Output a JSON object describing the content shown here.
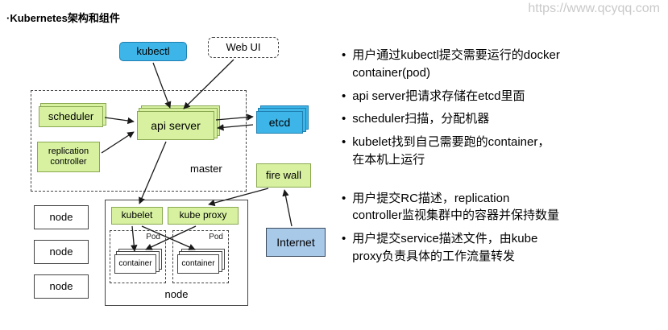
{
  "page": {
    "title": "·Kubernetes架构和组件",
    "watermark": "https://www.qcyqq.com"
  },
  "diagram": {
    "kubectl": "kubectl",
    "web_ui": "Web UI",
    "scheduler": "scheduler",
    "replication_controller": "replication\ncontroller",
    "api_server": "api server",
    "master_label": "master",
    "etcd": "etcd",
    "firewall": "fire wall",
    "internet": "Internet",
    "node_items": [
      "node",
      "node",
      "node"
    ],
    "kubelet": "kubelet",
    "kube_proxy": "kube proxy",
    "pod_label": "Pod",
    "container_label": "container",
    "node_box_label": "node",
    "colors": {
      "green_fill": "#d7f1a1",
      "green_border": "#89a84f",
      "blue_fill": "#3db5e8",
      "blue_border": "#1f7fb0",
      "internet_fill": "#a9c9e9"
    }
  },
  "notes": {
    "bullet": "•",
    "group1": [
      "用户通过kubectl提交需要运行的docker\ncontainer(pod)",
      "api server把请求存储在etcd里面",
      "scheduler扫描，分配机器",
      "kubelet找到自己需要跑的container，\n在本机上运行"
    ],
    "group2": [
      "用户提交RC描述，replication\ncontroller监视集群中的容器并保持数量",
      "用户提交service描述文件，由kube\nproxy负责具体的工作流量转发"
    ]
  }
}
